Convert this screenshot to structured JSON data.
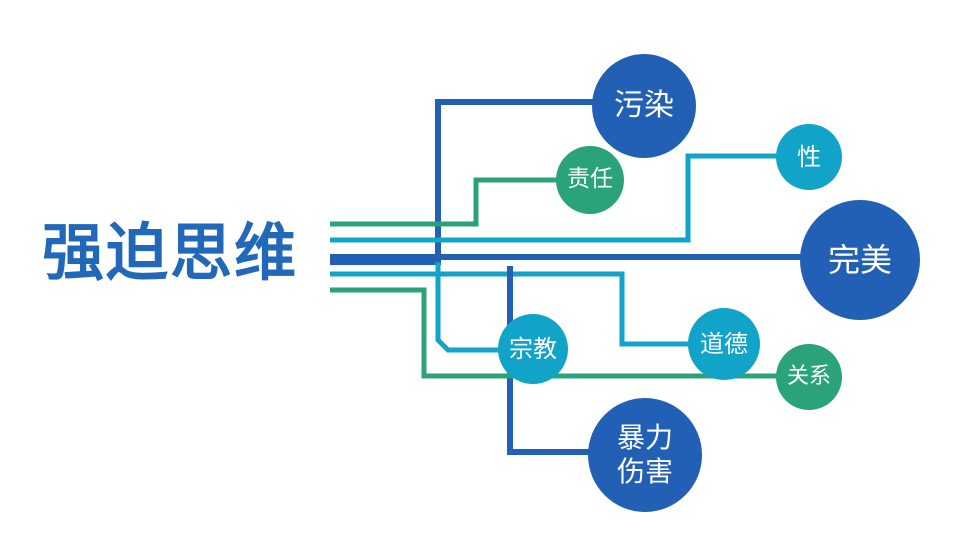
{
  "title": "强迫思维",
  "colors": {
    "blue": "#2260b5",
    "teal": "#12a3c9",
    "green": "#2aa27a",
    "title": "#2268b8"
  },
  "nodes": {
    "wuran": "污染",
    "zeren": "责任",
    "xing": "性",
    "wanmei": "完美",
    "zongjiao": "宗教",
    "daode": "道德",
    "guanxi": "关系",
    "baoli": "暴力\n伤害"
  }
}
